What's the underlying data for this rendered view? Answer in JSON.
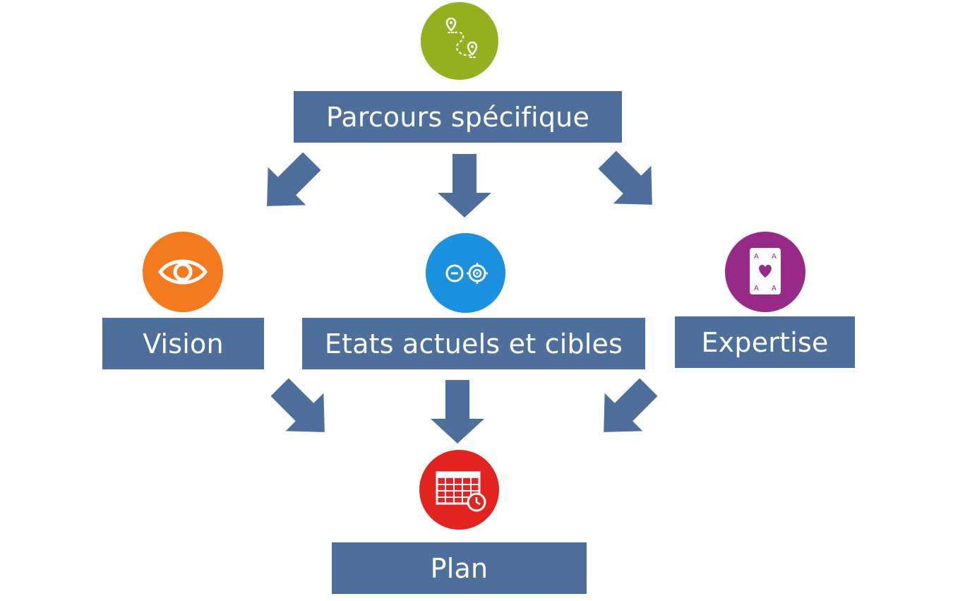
{
  "nodes": {
    "top": {
      "label": "Parcours spécifique",
      "icon": "route-map-icon",
      "color": "#94b01f"
    },
    "left": {
      "label": "Vision",
      "icon": "eye-icon",
      "color": "#f47a1f"
    },
    "middle": {
      "label": "Etats actuels et cibles",
      "icon": "target-icon",
      "color": "#1b91e0"
    },
    "right": {
      "label": "Expertise",
      "icon": "playing-card-icon",
      "color": "#962a86"
    },
    "bottom": {
      "label": "Plan",
      "icon": "calendar-clock-icon",
      "color": "#e2231f"
    }
  },
  "colors": {
    "box": "#4e6f9b",
    "arrow": "#4e6f9b"
  }
}
